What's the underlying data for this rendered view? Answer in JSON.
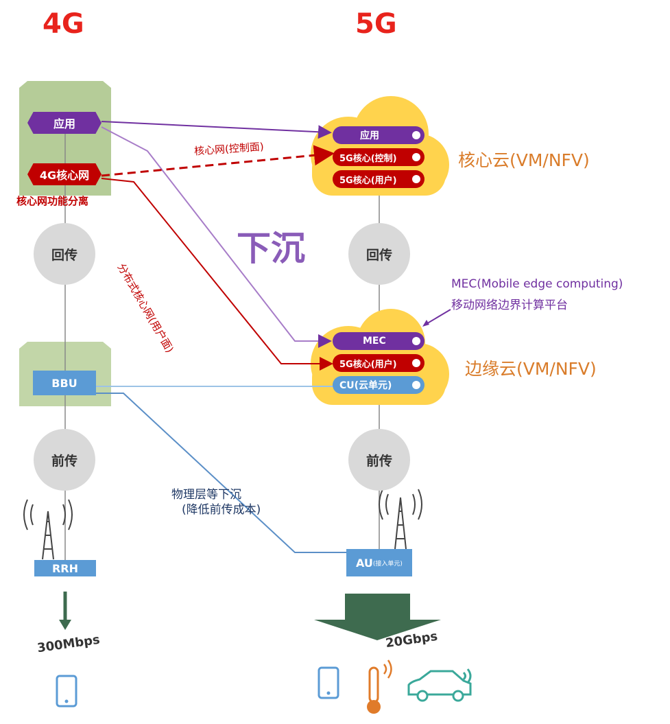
{
  "header_4g": "4G",
  "header_5g": "5G",
  "left": {
    "app": "应用",
    "core": "4G核心网",
    "separation": "核心网功能分离",
    "backhaul": "回传",
    "bbu": "BBU",
    "fronthaul": "前传",
    "rrh": "RRH",
    "speed": "300Mbps"
  },
  "right": {
    "core_cloud": {
      "app": "应用",
      "core_ctrl": "5G核心(控制)",
      "core_user": "5G核心(用户)",
      "label": "核心云(VM/NFV)"
    },
    "backhaul": "回传",
    "edge_cloud": {
      "mec": "MEC",
      "core_user": "5G核心(用户)",
      "cu": "CU(云单元)",
      "label": "边缘云(VM/NFV)"
    },
    "fronthaul": "前传",
    "au": "AU",
    "au_sub": "(接入单元)",
    "speed": "20Gbps"
  },
  "annotations": {
    "core_ctrl": "核心网(控制面)",
    "dist_core": "分布式核心网(用户面)",
    "sink": "下沉",
    "mec_line1": "MEC(Mobile edge computing)",
    "mec_line2": "移动网络边界计算平台",
    "phy_line1": "物理层等下沉",
    "phy_line2": "(降低前传成本)"
  },
  "colors": {
    "red": "#e8231c",
    "purple": "#7030a0",
    "darkred": "#c00000",
    "green": "#a9c48b",
    "yellow": "#ffd34d",
    "blue": "#5b9bd5",
    "orange": "#d97c2a",
    "arrow_green": "#3e6b4f"
  }
}
